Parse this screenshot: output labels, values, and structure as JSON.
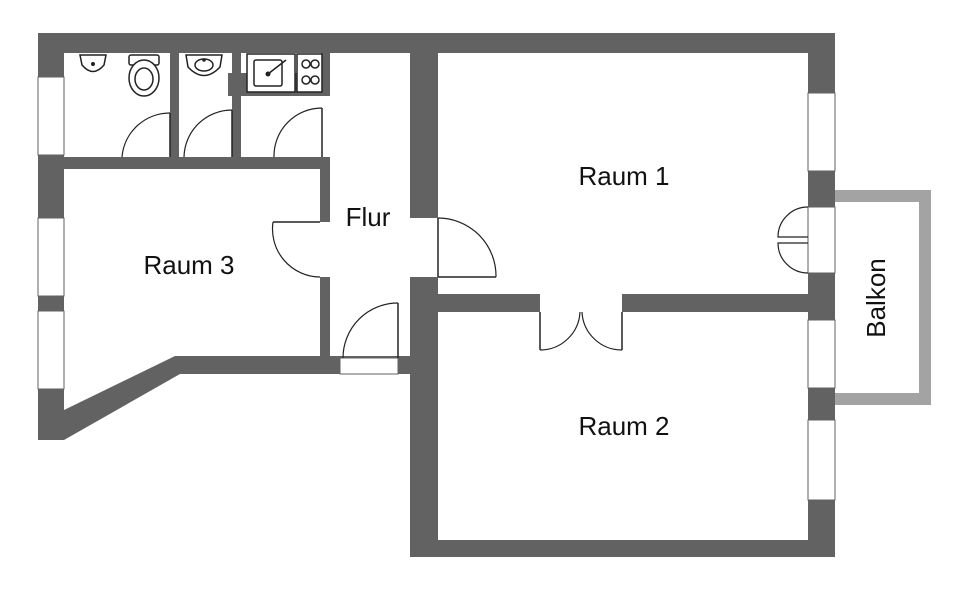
{
  "rooms": {
    "raum1": "Raum 1",
    "raum2": "Raum 2",
    "raum3": "Raum 3",
    "flur": "Flur",
    "balkon": "Balkon"
  },
  "colors": {
    "wall": "#626262",
    "balcony_wall": "#a3a3a3",
    "background": "#ffffff"
  }
}
